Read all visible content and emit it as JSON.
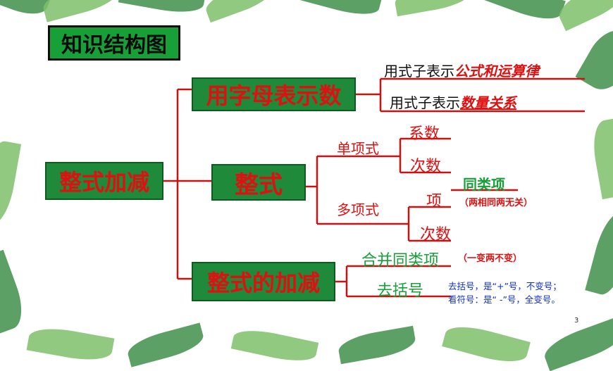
{
  "title": "知识结构图",
  "root": "整式加减",
  "branch1": {
    "label": "用字母表示数",
    "items": [
      {
        "prefix": "用式子表示",
        "emph": "公式和运算律"
      },
      {
        "prefix": "用式子表示",
        "emph": "数量关系"
      }
    ]
  },
  "branch2": {
    "label": "整式",
    "mono": {
      "label": "单项式",
      "items": [
        "系数",
        "次数"
      ]
    },
    "poly": {
      "label": "多项式",
      "term": "项",
      "like_terms": "同类项",
      "like_note": "（两相同两无关）",
      "degree": "次数"
    }
  },
  "branch3": {
    "label": "整式的加减",
    "combine": "合并同类项",
    "combine_note": "（一变两不变）",
    "remove": "去括号",
    "rule1": "去括号，是“+”号，不变号；",
    "rule2": "看符号：是“ -”号，全变号。"
  },
  "page_number": "3"
}
